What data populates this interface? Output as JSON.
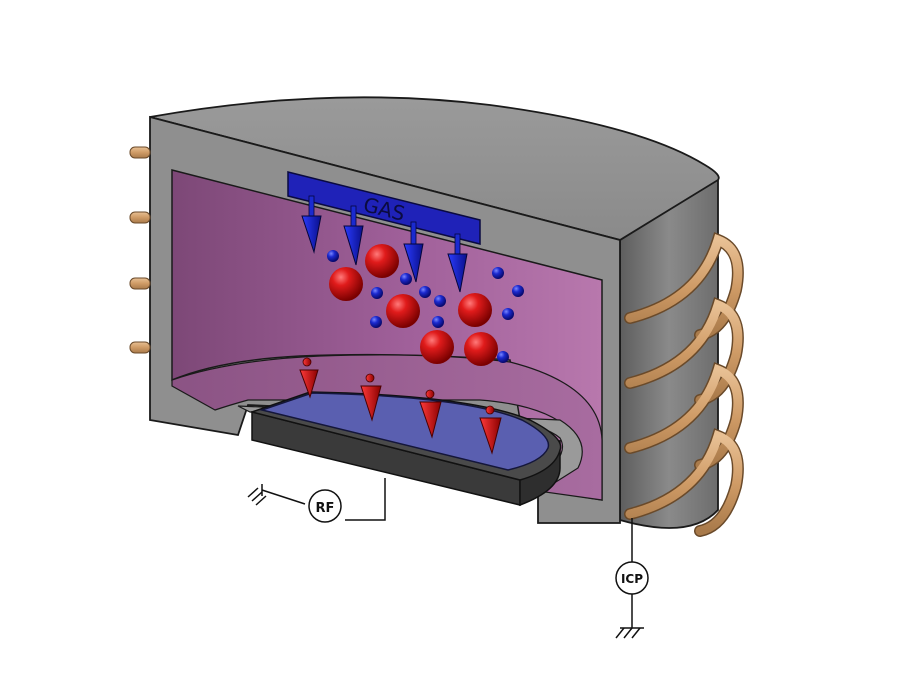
{
  "diagram": {
    "labels": {
      "gas": "GAS",
      "rf": "RF",
      "icp": "ICP"
    },
    "colors": {
      "chamber_gray": "#8f8f8f",
      "chamber_top": "#929292",
      "chamber_dark": "#6f6f6f",
      "plasma_purple": "#9a5b90",
      "plasma_light": "#b274a8",
      "gas_manifold": "#1f1fb0",
      "wafer_blue": "#5a5fb0",
      "chuck_dark": "#3c3c3c",
      "copper": "#d4a06b",
      "ion_red": "#cc1414",
      "electron_blue": "#1a1ab0"
    }
  }
}
